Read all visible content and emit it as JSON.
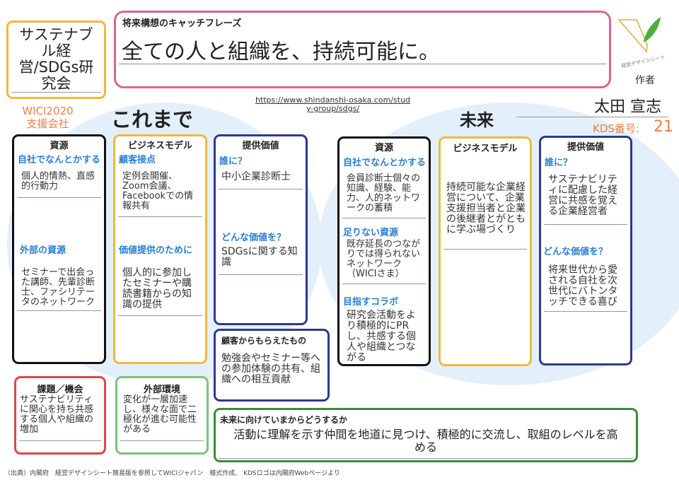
{
  "title": "サステナブル経営/SDGs研究会",
  "support": {
    "line1": "WICI2020",
    "line2": "支援会社"
  },
  "catchphrase": {
    "label": "将来構想のキャッチフレーズ",
    "text": "全ての人と組織を、持続可能に。"
  },
  "logo": {
    "text": "経営デザインシート"
  },
  "author": {
    "label": "作者",
    "name": "太田 宣志",
    "kds_label": "KDS番号:",
    "kds_number": "21"
  },
  "url": "https://www.shindanshi-osaka.com/study-group/sdgs/",
  "past": {
    "heading": "これまで",
    "resources": {
      "title": "資源",
      "internal_label": "自社でなんとかする",
      "internal": "個人的情熱、直感的行動力",
      "external_label": "外部の資源",
      "external": "セミナーで出会った講師、先輩診断士、ファシリテータのネットワーク"
    },
    "business": {
      "title": "ビジネスモデル",
      "contact_label": "顧客接点",
      "contact": "定例会開催、Zoom会議、Facebookでの情報共有",
      "provide_label": "価値提供のために",
      "provide": "個人的に参加したセミナーや購読書籍からの知識の提供"
    },
    "value": {
      "title": "提供価値",
      "who_label": "誰に？",
      "who": "中小企業診断士",
      "what_label": "どんな価値を？",
      "what": "SDGsに関する知識"
    },
    "received": {
      "title": "顧客からもらえたもの",
      "text": "勉強会やセミナー等への参加体験の共有、組織への相互貢献"
    }
  },
  "future": {
    "heading": "未来",
    "resources": {
      "title": "資源",
      "internal_label": "自社でなんとかする",
      "internal": "会員診断士個々の知識、経験、能力、人的ネットワークの蓄積",
      "lacking_label": "足りない資源",
      "lacking": "既存延長のつながりでは得られないネットワーク（WICIさま）",
      "collab_label": "目指すコラボ",
      "collab": "研究会活動をより積極的にPRし、共感する個人や組織とつながる"
    },
    "business": {
      "title": "ビジネスモデル",
      "text": "持続可能な企業経営について、企業支援担当者と企業の後継者とがともに学ぶ場づくり"
    },
    "value": {
      "title": "提供価値",
      "who_label": "誰に？",
      "who": "サステナビリティに配慮した経営に共感を覚える企業経営者",
      "what_label": "どんな価値を？",
      "what": "将来世代から愛される自社を次世代にバトンタッチできる喜び"
    }
  },
  "issues": {
    "title": "課題／機会",
    "text": "サステナビリティに関心を持ち共感する個人や組織の増加"
  },
  "environment": {
    "title": "外部環境",
    "text": "変化が一層加速し、様々な面で二極化が進む可能性がある"
  },
  "transition": {
    "title": "未来に向けていまからどうするか",
    "text": "活動に理解を示す仲間を地道に見つけ、積極的に交流し、取組のレベルを高める"
  },
  "footer": "（出典）内閣府　経営デザインシート簡易版を参照してWICIジャパン　様式作成,　KDSロゴは内閣府Webページより"
}
